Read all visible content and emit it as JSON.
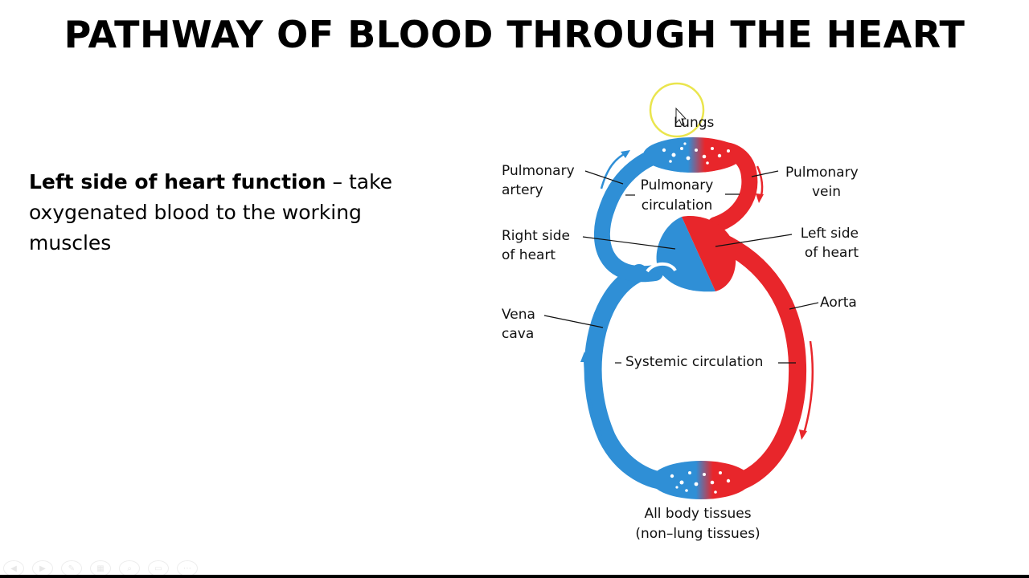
{
  "slide": {
    "title": "PATHWAY OF BLOOD THROUGH THE HEART",
    "body_bold": "Left side of heart function",
    "body_rest": " – take oxygenated blood to the working muscles"
  },
  "diagram": {
    "labels": {
      "lungs": "Lungs",
      "pulmonary_artery_1": "Pulmonary",
      "pulmonary_artery_2": "artery",
      "pulmonary_circ_1": "Pulmonary",
      "pulmonary_circ_2": "circulation",
      "pulmonary_vein_1": "Pulmonary",
      "pulmonary_vein_2": "vein",
      "right_side_1": "Right side",
      "right_side_2": "of heart",
      "left_side_1": "Left side",
      "left_side_2": "of heart",
      "aorta": "Aorta",
      "vena_cava_1": "Vena",
      "vena_cava_2": "cava",
      "systemic_circ": "Systemic circulation",
      "tissues_1": "All body tissues",
      "tissues_2": "(non–lung tissues)"
    },
    "colors": {
      "deoxygenated": "#2f8fd6",
      "oxygenated": "#e8262b",
      "highlight_ring": "#e8e23a"
    }
  },
  "toolbar": {
    "icons": [
      "prev-icon",
      "next-icon",
      "pen-icon",
      "slides-icon",
      "zoom-icon",
      "subtitle-icon",
      "more-icon"
    ]
  }
}
